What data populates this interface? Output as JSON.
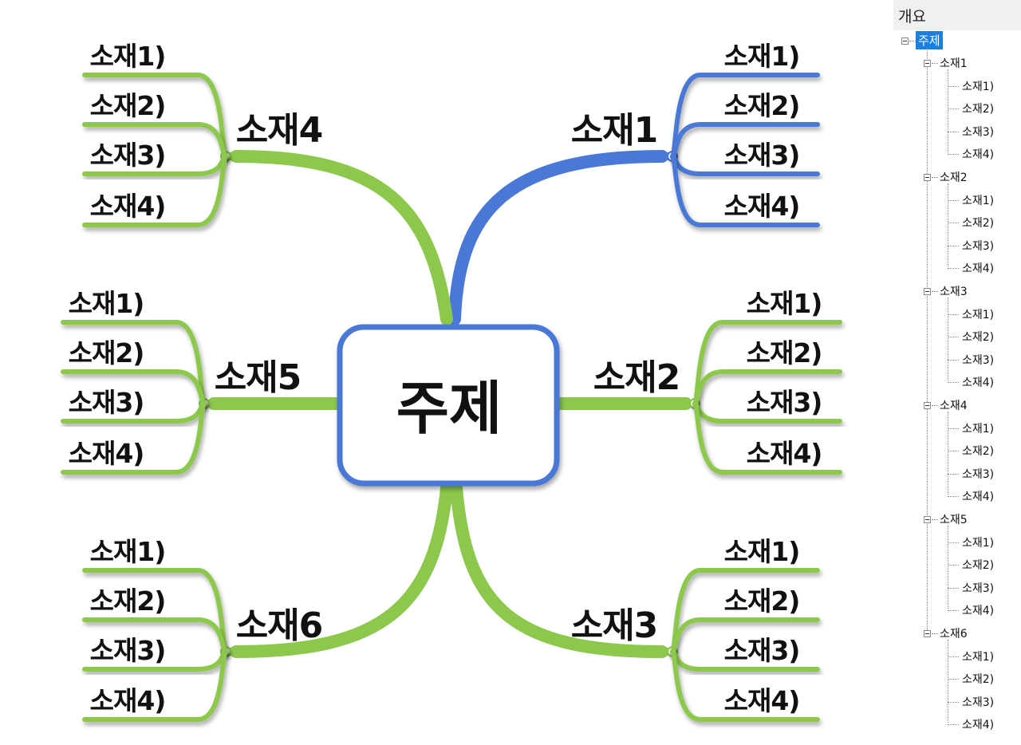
{
  "center": {
    "label": "주제"
  },
  "branches": [
    {
      "label": "소재1",
      "color": "#4a78d6",
      "leaves": [
        "소재1)",
        "소재2)",
        "소재3)",
        "소재4)"
      ]
    },
    {
      "label": "소재2",
      "color": "#8cc84b",
      "leaves": [
        "소재1)",
        "소재2)",
        "소재3)",
        "소재4)"
      ]
    },
    {
      "label": "소재3",
      "color": "#8cc84b",
      "leaves": [
        "소재1)",
        "소재2)",
        "소재3)",
        "소재4)"
      ]
    },
    {
      "label": "소재4",
      "color": "#8cc84b",
      "leaves": [
        "소재1)",
        "소재2)",
        "소재3)",
        "소재4)"
      ]
    },
    {
      "label": "소재5",
      "color": "#8cc84b",
      "leaves": [
        "소재1)",
        "소재2)",
        "소재3)",
        "소재4)"
      ]
    },
    {
      "label": "소재6",
      "color": "#8cc84b",
      "leaves": [
        "소재1)",
        "소재2)",
        "소재3)",
        "소재4)"
      ]
    }
  ],
  "center_border_color": "#4a78d6",
  "outline": {
    "header": "개요",
    "root": "주제",
    "selected_color": "#1a7fe0",
    "groups": [
      {
        "label": "소재1",
        "children": [
          "소재1)",
          "소재2)",
          "소재3)",
          "소재4)"
        ]
      },
      {
        "label": "소재2",
        "children": [
          "소재1)",
          "소재2)",
          "소재3)",
          "소재4)"
        ]
      },
      {
        "label": "소재3",
        "children": [
          "소재1)",
          "소재2)",
          "소재3)",
          "소재4)"
        ]
      },
      {
        "label": "소재4",
        "children": [
          "소재1)",
          "소재2)",
          "소재3)",
          "소재4)"
        ]
      },
      {
        "label": "소재5",
        "children": [
          "소재1)",
          "소재2)",
          "소재3)",
          "소재4)"
        ]
      },
      {
        "label": "소재6",
        "children": [
          "소재1)",
          "소재2)",
          "소재3)",
          "소재4)"
        ]
      }
    ]
  }
}
